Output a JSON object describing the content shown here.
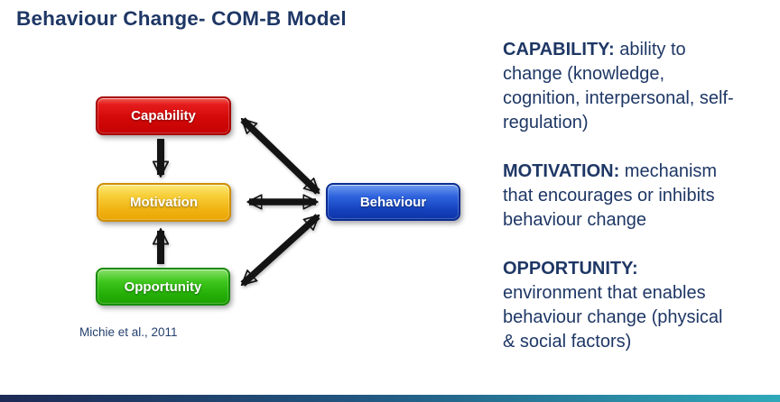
{
  "slide": {
    "title": "Behaviour Change- COM-B Model",
    "citation": "Michie et al., 2011"
  },
  "diagram": {
    "nodes": [
      {
        "id": "capability",
        "label": "Capability",
        "color": "#d40909"
      },
      {
        "id": "motivation",
        "label": "Motivation",
        "color": "#f0b312"
      },
      {
        "id": "opportunity",
        "label": "Opportunity",
        "color": "#23ad06"
      },
      {
        "id": "behaviour",
        "label": "Behaviour",
        "color": "#1440bb"
      }
    ],
    "edges": [
      {
        "from": "capability",
        "to": "motivation",
        "type": "one-way"
      },
      {
        "from": "opportunity",
        "to": "motivation",
        "type": "one-way"
      },
      {
        "from": "capability",
        "to": "behaviour",
        "type": "two-way"
      },
      {
        "from": "motivation",
        "to": "behaviour",
        "type": "two-way"
      },
      {
        "from": "opportunity",
        "to": "behaviour",
        "type": "two-way"
      }
    ]
  },
  "definitions": [
    {
      "term": "CAPABILITY:",
      "lines": [
        " ability to",
        "change (knowledge,",
        "cognition, interpersonal, self-",
        "regulation)"
      ]
    },
    {
      "term": "MOTIVATION:",
      "lines": [
        " mechanism",
        "that encourages or inhibits",
        "behaviour change"
      ]
    },
    {
      "term": "OPPORTUNITY:",
      "lines": [
        "",
        "environment that enables",
        "behaviour change (physical",
        "& social factors)"
      ]
    }
  ],
  "colors": {
    "title_text": "#1e3765",
    "body_text": "#1e3765",
    "arrow": "#141414",
    "footer_bar_left": "#1d2a55",
    "footer_bar_right": "#2fa9ba"
  }
}
